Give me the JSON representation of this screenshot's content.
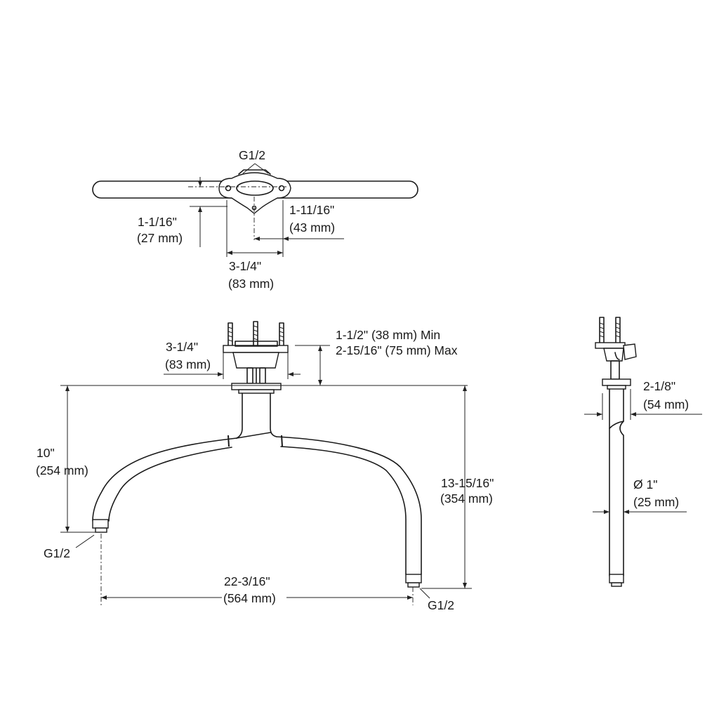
{
  "top_view": {
    "inlet_label": "G1/2",
    "offset_in": "1-1/16\"",
    "offset_mm": "(27 mm)",
    "flange_half_in": "1-11/16\"",
    "flange_half_mm": "(43 mm)",
    "flange_width_in": "3-1/4\"",
    "flange_width_mm": "(83 mm)"
  },
  "front_view": {
    "escutcheon_in": "3-1/4\"",
    "escutcheon_mm": "(83 mm)",
    "ceiling_min": "1-1/2\" (38 mm) Min",
    "ceiling_max": "2-15/16\" (75 mm) Max",
    "drop_in": "10\"",
    "drop_mm": "(254 mm)",
    "height_in": "13-15/16\"",
    "height_mm": "(354 mm)",
    "span_in": "22-3/16\"",
    "span_mm": "(564 mm)",
    "left_outlet": "G1/2",
    "right_outlet": "G1/2"
  },
  "side_view": {
    "flange_in": "2-1/8\"",
    "flange_mm": "(54 mm)",
    "pipe_dia_in": "Ø 1\"",
    "pipe_dia_mm": "(25 mm)"
  }
}
